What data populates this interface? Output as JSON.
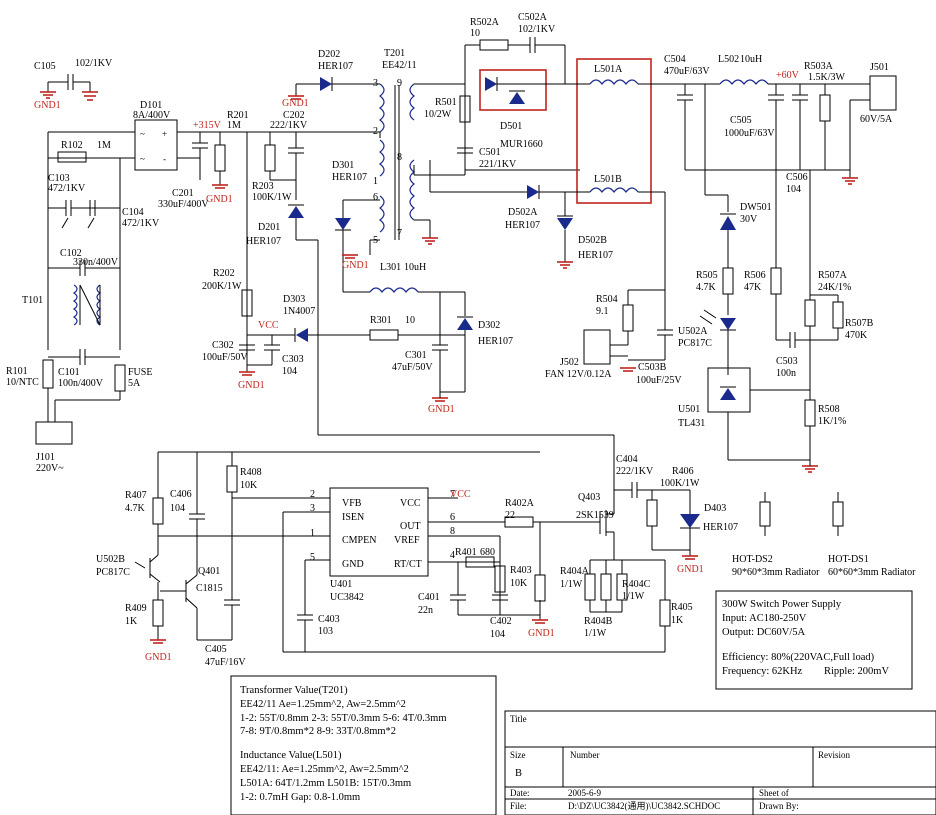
{
  "components": {
    "C105": {
      "ref": "C105",
      "val": "102/1KV"
    },
    "D101": {
      "ref": "D101",
      "val": "8A/400V"
    },
    "R201": {
      "ref": "R201",
      "val": "1M"
    },
    "C202": {
      "ref": "C202",
      "val": "222/1KV"
    },
    "R203": {
      "ref": "R203",
      "val": "100K/1W"
    },
    "D201": {
      "ref": "D201",
      "val": "HER107"
    },
    "D202": {
      "ref": "D202",
      "val": "HER107"
    },
    "T201": {
      "ref": "T201",
      "val": "EE42/11"
    },
    "D301": {
      "ref": "D301",
      "val": "HER107"
    },
    "R102": {
      "ref": "R102",
      "val": "1M"
    },
    "C103": {
      "ref": "C103",
      "val": "472/1KV"
    },
    "C104": {
      "ref": "C104",
      "val": "472/1KV"
    },
    "C102": {
      "ref": "C102",
      "val": "330n/400V"
    },
    "C201": {
      "ref": "C201",
      "val": "330uF/400V"
    },
    "T101": {
      "ref": "T101"
    },
    "R101": {
      "ref": "R101",
      "val": "10/NTC"
    },
    "C101": {
      "ref": "C101",
      "val": "100n/400V"
    },
    "FUSE": {
      "ref": "FUSE",
      "val": "5A"
    },
    "J101": {
      "ref": "J101",
      "val": "220V~"
    },
    "R202": {
      "ref": "R202",
      "val": "200K/1W"
    },
    "D303": {
      "ref": "D303",
      "val": "1N4007"
    },
    "C302": {
      "ref": "C302",
      "val": "100uF/50V"
    },
    "C303": {
      "ref": "C303",
      "val": "104"
    },
    "R301": {
      "ref": "R301",
      "val": "10"
    },
    "C301": {
      "ref": "C301",
      "val": "47uF/50V"
    },
    "D302": {
      "ref": "D302",
      "val": "HER107"
    },
    "L301": {
      "ref": "L301",
      "val": "10uH"
    },
    "R502A": {
      "ref": "R502A",
      "val": "10"
    },
    "C502A": {
      "ref": "C502A",
      "val": "102/1KV"
    },
    "R501": {
      "ref": "R501",
      "val": "10/2W"
    },
    "C501": {
      "ref": "C501",
      "val": "221/1KV"
    },
    "D501": {
      "ref": "D501",
      "val": "MUR1660"
    },
    "D502A": {
      "ref": "D502A",
      "val": "HER107"
    },
    "D502B": {
      "ref": "D502B",
      "val": "HER107"
    },
    "L501A": {
      "ref": "L501A"
    },
    "L501B": {
      "ref": "L501B"
    },
    "C504": {
      "ref": "C504",
      "val": "470uF/63V"
    },
    "L502": {
      "ref": "L502",
      "val": "10uH"
    },
    "C505": {
      "ref": "C505",
      "val": "1000uF/63V"
    },
    "R503A": {
      "ref": "R503A",
      "val": "1.5K/3W"
    },
    "C506": {
      "ref": "C506",
      "val": "104"
    },
    "J501": {
      "ref": "J501",
      "val": "60V/5A"
    },
    "DW501": {
      "ref": "DW501",
      "val": "30V"
    },
    "R505": {
      "ref": "R505",
      "val": "4.7K"
    },
    "R506": {
      "ref": "R506",
      "val": "47K"
    },
    "R507A": {
      "ref": "R507A",
      "val": "24K/1%"
    },
    "R507B": {
      "ref": "R507B",
      "val": "470K"
    },
    "R504": {
      "ref": "R504",
      "val": "9.1"
    },
    "U502A": {
      "ref": "U502A",
      "val": "PC817C"
    },
    "C503B": {
      "ref": "C503B",
      "val": "100uF/25V"
    },
    "J502": {
      "ref": "J502",
      "val": "FAN 12V/0.12A"
    },
    "C503": {
      "ref": "C503",
      "val": "100n"
    },
    "U501": {
      "ref": "U501",
      "val": "TL431"
    },
    "R508": {
      "ref": "R508",
      "val": "1K/1%"
    },
    "C404": {
      "ref": "C404",
      "val": "222/1KV"
    },
    "R406": {
      "ref": "R406",
      "val": "100K/1W"
    },
    "D403": {
      "ref": "D403",
      "val": "HER107"
    },
    "Q403": {
      "ref": "Q403",
      "val": "2SK1539"
    },
    "R402A": {
      "ref": "R402A",
      "val": "22"
    },
    "R407": {
      "ref": "R407",
      "val": "4.7K"
    },
    "C406": {
      "ref": "C406",
      "val": "104"
    },
    "R408": {
      "ref": "R408",
      "val": "10K"
    },
    "U502B": {
      "ref": "U502B",
      "val": "PC817C"
    },
    "Q401": {
      "ref": "Q401",
      "val": "C1815"
    },
    "R409": {
      "ref": "R409",
      "val": "1K"
    },
    "C405": {
      "ref": "C405",
      "val": "47uF/16V"
    },
    "U401": {
      "ref": "U401",
      "val": "UC3842"
    },
    "C403": {
      "ref": "C403",
      "val": "103"
    },
    "R401": {
      "ref": "R401",
      "val": "680"
    },
    "C401": {
      "ref": "C401",
      "val": "22n"
    },
    "R403": {
      "ref": "R403",
      "val": "10K"
    },
    "C402": {
      "ref": "C402",
      "val": "104"
    },
    "R404A": {
      "ref": "R404A",
      "val": "1/1W"
    },
    "R404B": {
      "ref": "R404B",
      "val": "1/1W"
    },
    "R404C": {
      "ref": "R404C",
      "val": "1/1W"
    },
    "R405": {
      "ref": "R405",
      "val": "1K"
    }
  },
  "nets": {
    "gnd": "GND1",
    "vcc": "VCC",
    "hv": "+315V",
    "out": "+60V"
  },
  "pins": {
    "vfb": "VFB",
    "isen": "ISEN",
    "cmpen": "CMPEN",
    "gndpin": "GND",
    "vccpin": "VCC",
    "out": "OUT",
    "vref": "VREF",
    "rtct": "RT/CT"
  },
  "heatsinks": {
    "ds2_ref": "HOT-DS2",
    "ds2_val": "90*60*3mm Radiator",
    "ds1_ref": "HOT-DS1",
    "ds1_val": "60*60*3mm Radiator"
  },
  "spec": {
    "title": "300W Switch  Power Supply",
    "input": "Input: AC180-250V",
    "output": "Output: DC60V/5A",
    "efficiency": "Efficiency: 80%(220VAC,Full load)",
    "frequency": "Frequency: 62KHz",
    "ripple": "Ripple: 200mV"
  },
  "notes": {
    "t_title": "Transformer Value(T201)",
    "t_line1": "EE42/11  Ae=1.25mm^2,  Aw=2.5mm^2",
    "t_line2": "1-2: 55T/0.8mm  2-3: 55T/0.3mm   5-6: 4T/0.3mm",
    "t_line3": "7-8: 9T/0.8mm*2   8-9: 33T/0.8mm*2",
    "l_title": "Inductance Value(L501)",
    "l_line1": "EE42/11: Ae=1.25mm^2, Aw=2.5mm^2",
    "l_line2": "L501A: 64T/1.2mm    L501B: 15T/0.3mm",
    "l_line3": "1-2: 0.7mH    Gap: 0.8-1.0mm"
  },
  "title_block": {
    "title_label": "Title",
    "size_label": "Size",
    "size_val": "B",
    "number_label": "Number",
    "revision_label": "Revision",
    "date_label": "Date:",
    "date_val": "2005-6-9",
    "sheet_label": "Sheet    of",
    "file_label": "File:",
    "file_val": "D:\\DZ\\UC3842(通用)\\UC3842.SCHDOC",
    "drawn_label": "Drawn By:"
  }
}
